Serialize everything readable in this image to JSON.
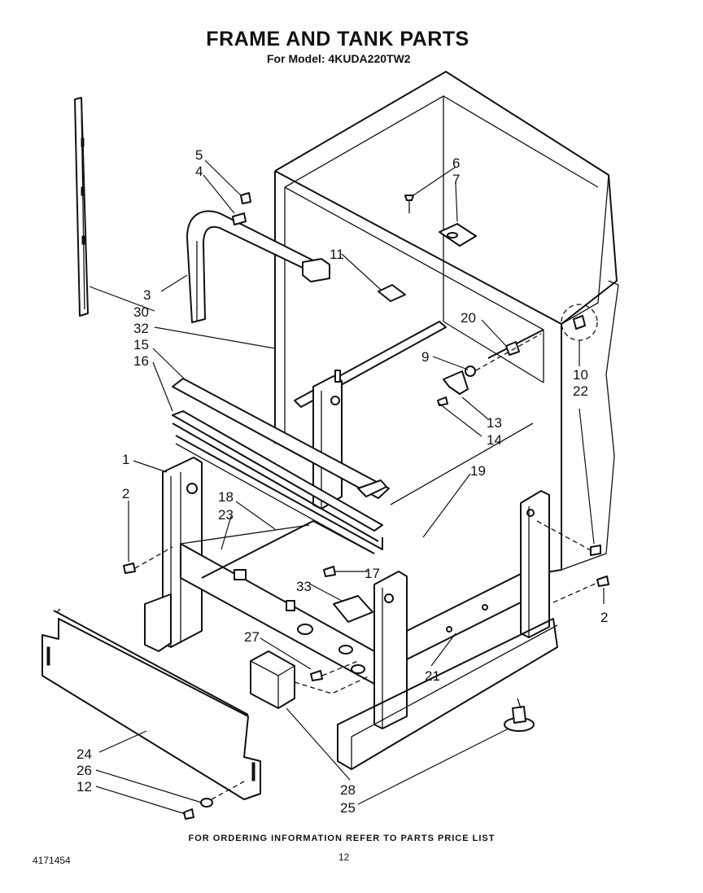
{
  "header": {
    "title": "FRAME AND TANK PARTS",
    "model_line": "For Model: 4KUDA220TW2"
  },
  "callouts": {
    "c1": "1",
    "c2a": "2",
    "c2b": "2",
    "c3": "3",
    "c4": "4",
    "c5": "5",
    "c6": "6",
    "c7": "7",
    "c9": "9",
    "c10": "10",
    "c11": "11",
    "c12": "12",
    "c13": "13",
    "c14": "14",
    "c15": "15",
    "c16": "16",
    "c17": "17",
    "c18": "18",
    "c19": "19",
    "c20": "20",
    "c21": "21",
    "c22": "22",
    "c23": "23",
    "c24": "24",
    "c25": "25",
    "c26": "26",
    "c27": "27",
    "c28": "28",
    "c30": "30",
    "c32": "32",
    "c33": "33"
  },
  "footer": {
    "ordering_note": "FOR ORDERING INFORMATION REFER TO PARTS PRICE LIST",
    "page_number": "12",
    "document_number": "4171454"
  }
}
